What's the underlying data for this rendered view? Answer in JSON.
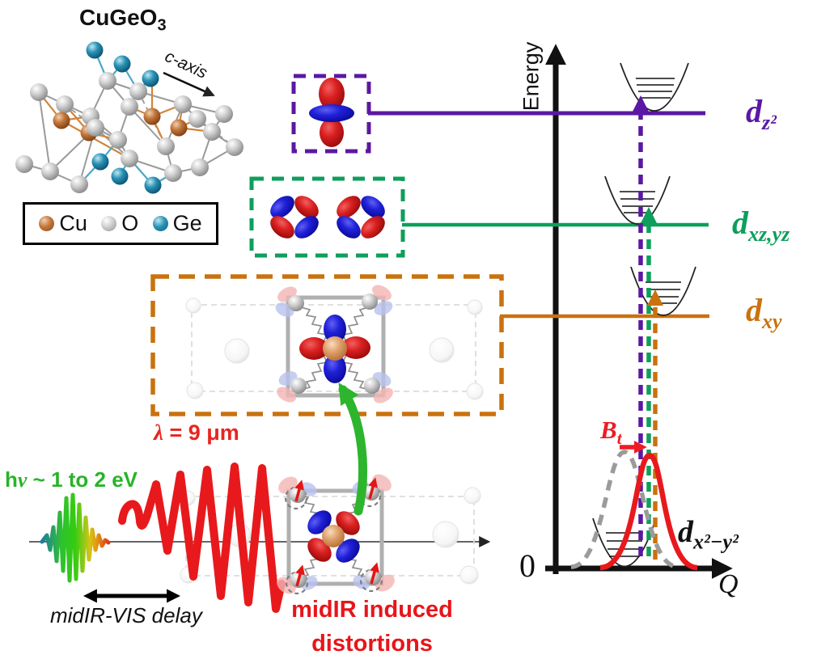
{
  "title": {
    "main": "CuGeO",
    "sub": "3"
  },
  "c_axis_label": "c-axis",
  "legend": {
    "items": [
      {
        "label": "Cu"
      },
      {
        "label": "O"
      },
      {
        "label": "Ge"
      }
    ]
  },
  "energy_axis": {
    "label": "Energy",
    "origin": "0",
    "q_label": "Q"
  },
  "levels": {
    "dz2": {
      "base": "d",
      "sub": "z²"
    },
    "dxzyz": {
      "base": "d",
      "sub": "xz,yz"
    },
    "dxy": {
      "base": "d",
      "sub": "xy"
    },
    "dx2y2": {
      "base": "d",
      "sub": "x²−y²"
    }
  },
  "bt": {
    "base": "B",
    "sub": "t"
  },
  "midir_pump": {
    "lambda": "λ",
    "rest": " = 9 μm"
  },
  "vis_probe": {
    "prefix": "h",
    "nu": "ν",
    "suffix": " ~ 1 to 2 eV"
  },
  "delay_label": "midIR-VIS delay",
  "distortions": {
    "line1": "midIR induced",
    "line2": "distortions"
  },
  "colors": {
    "purple": "#5b18a2",
    "green_level": "#0d9f5b",
    "orange": "#c9720e",
    "red": "#e8191c",
    "bright_green_arrow": "#2db52d",
    "hnu_green": "#28b428",
    "cu_sphere": "#c1763a",
    "o_sphere": "#bfbfbf",
    "ge_sphere": "#1b7f9e"
  }
}
